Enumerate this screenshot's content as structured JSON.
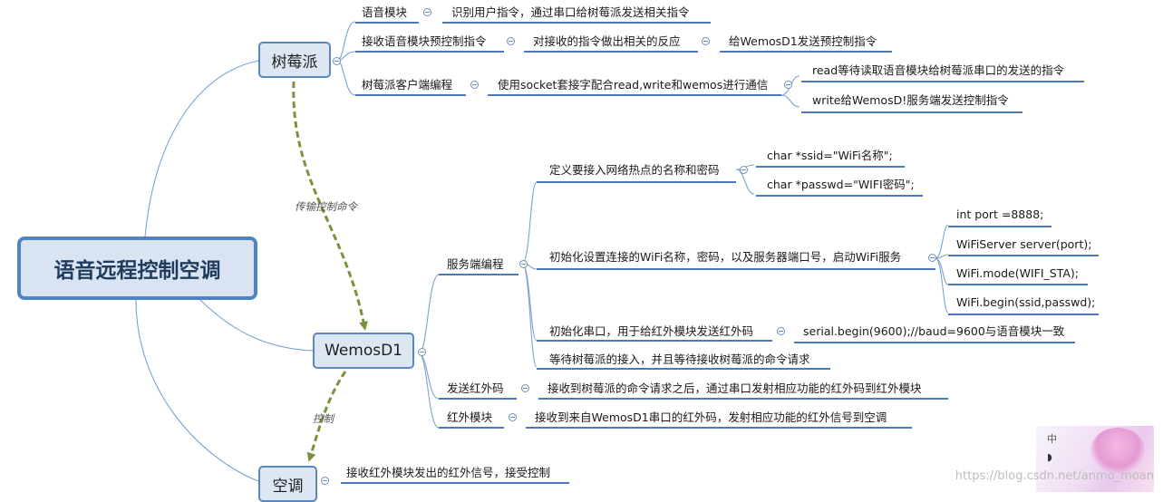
{
  "root": {
    "label": "语音远程控制空调"
  },
  "branches": {
    "pi": {
      "label": "树莓派"
    },
    "wemos": {
      "label": "WemosD1"
    },
    "ac": {
      "label": "空调"
    }
  },
  "edges": {
    "pi_to_wemos": "传输控制命令",
    "wemos_to_ac": "控制"
  },
  "pi_nodes": {
    "voice_module": "语音模块",
    "voice_module_desc": "识别用户指令，通过串口给树莓派发送相关指令",
    "recv_cmd": "接收语音模块预控制指令",
    "recv_cmd_react": "对接收的指令做出相关的反应",
    "recv_cmd_send": "给WemosD1发送预控制指令",
    "client": "树莓派客户端编程",
    "client_socket": "使用socket套接字配合read,write和wemos进行通信",
    "client_read": "read等待读取语音模块给树莓派串口的发送的指令",
    "client_write": "write给WemosD!服务端发送控制指令"
  },
  "wemos_nodes": {
    "server": "服务端编程",
    "define_hotspot": "定义要接入网络热点的名称和密码",
    "ssid": "char *ssid=\"WiFi名称\";",
    "passwd": "char *passwd=\"WIFI密码\";",
    "init_wifi": "初始化设置连接的WiFi名称，密码，以及服务器端口号，启动WiFi服务",
    "port": "int port =8888;",
    "wifiserver": "WiFiServer server(port);",
    "wifimode": "WiFi.mode(WIFI_STA);",
    "wifibegin": "WiFi.begin(ssid,passwd);",
    "init_serial": "初始化串口，用于给红外模块发送红外码",
    "serial_begin": "serial.begin(9600);//baud=9600与语音模块一致",
    "wait_pi": "等待树莓派的接入，并且等待接收树莓派的命令请求",
    "send_ir": "发送红外码",
    "send_ir_desc": "接收到树莓派的命令请求之后，通过串口发射相应功能的红外码到红外模块",
    "ir_module": "红外模块",
    "ir_module_desc": "接收到来自WemosD1串口的红外码，发射相应功能的红外信号到空调"
  },
  "ac_nodes": {
    "receive": "接收红外模块发出的红外信号，接受控制"
  },
  "watermark": "https://blog.csdn.net/anmo_moan",
  "corner_image": {
    "ch": "中",
    "moon": "◗"
  },
  "colors": {
    "branch_line": "#6e98c9",
    "underline": "#4a78b8",
    "edge_dashed": "#77933c",
    "node_fill": "#dde7f4",
    "node_border": "#5b87c0"
  }
}
